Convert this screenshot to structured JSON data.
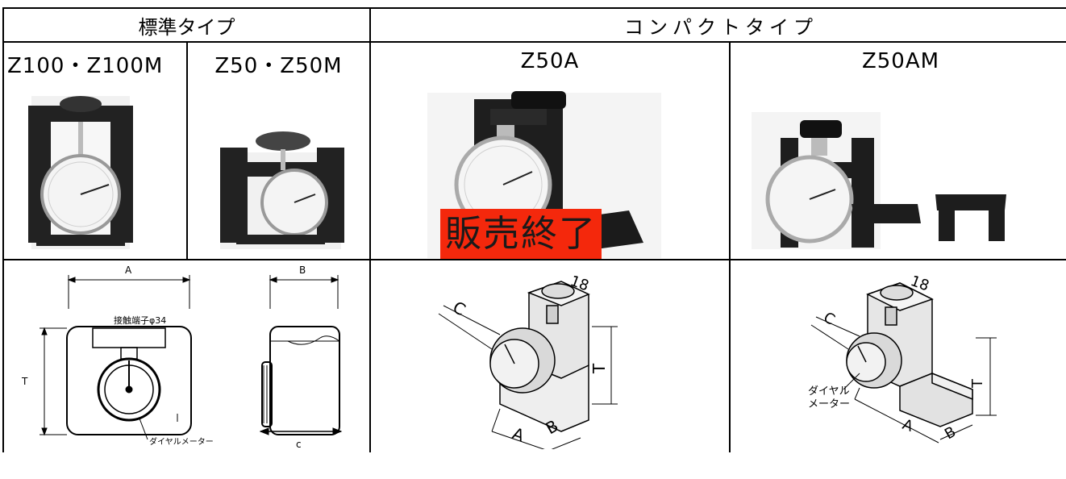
{
  "header": {
    "standard_type": "標準タイプ",
    "compact_type": "コンパクトタイプ"
  },
  "models": [
    {
      "name": "Z100・Z100M"
    },
    {
      "name": "Z50・Z50M"
    },
    {
      "name": "Z50A"
    },
    {
      "name": "Z50AM"
    }
  ],
  "sold_out_label": "販売終了",
  "diagram_labels": {
    "standard": {
      "dim_a": "A",
      "dim_b": "B",
      "dim_t": "T",
      "dim_c": "c",
      "contact": "接触端子φ34",
      "dial_meter": "ダイヤルメーター"
    },
    "z50a": {
      "dim_c": "C",
      "dim_18": "18",
      "dim_t": "T",
      "dim_a": "A",
      "dim_b": "B"
    },
    "z50am": {
      "dim_c": "C",
      "dim_18": "18",
      "dim_t": "T",
      "dim_a": "A",
      "dim_b": "B",
      "dial_meter_line1": "ダイヤル",
      "dial_meter_line2": "メーター"
    }
  },
  "colors": {
    "sold_out_bg": "#f4280c",
    "border": "#000000",
    "block_dark": "#222222",
    "block_light": "#eeeeee"
  }
}
